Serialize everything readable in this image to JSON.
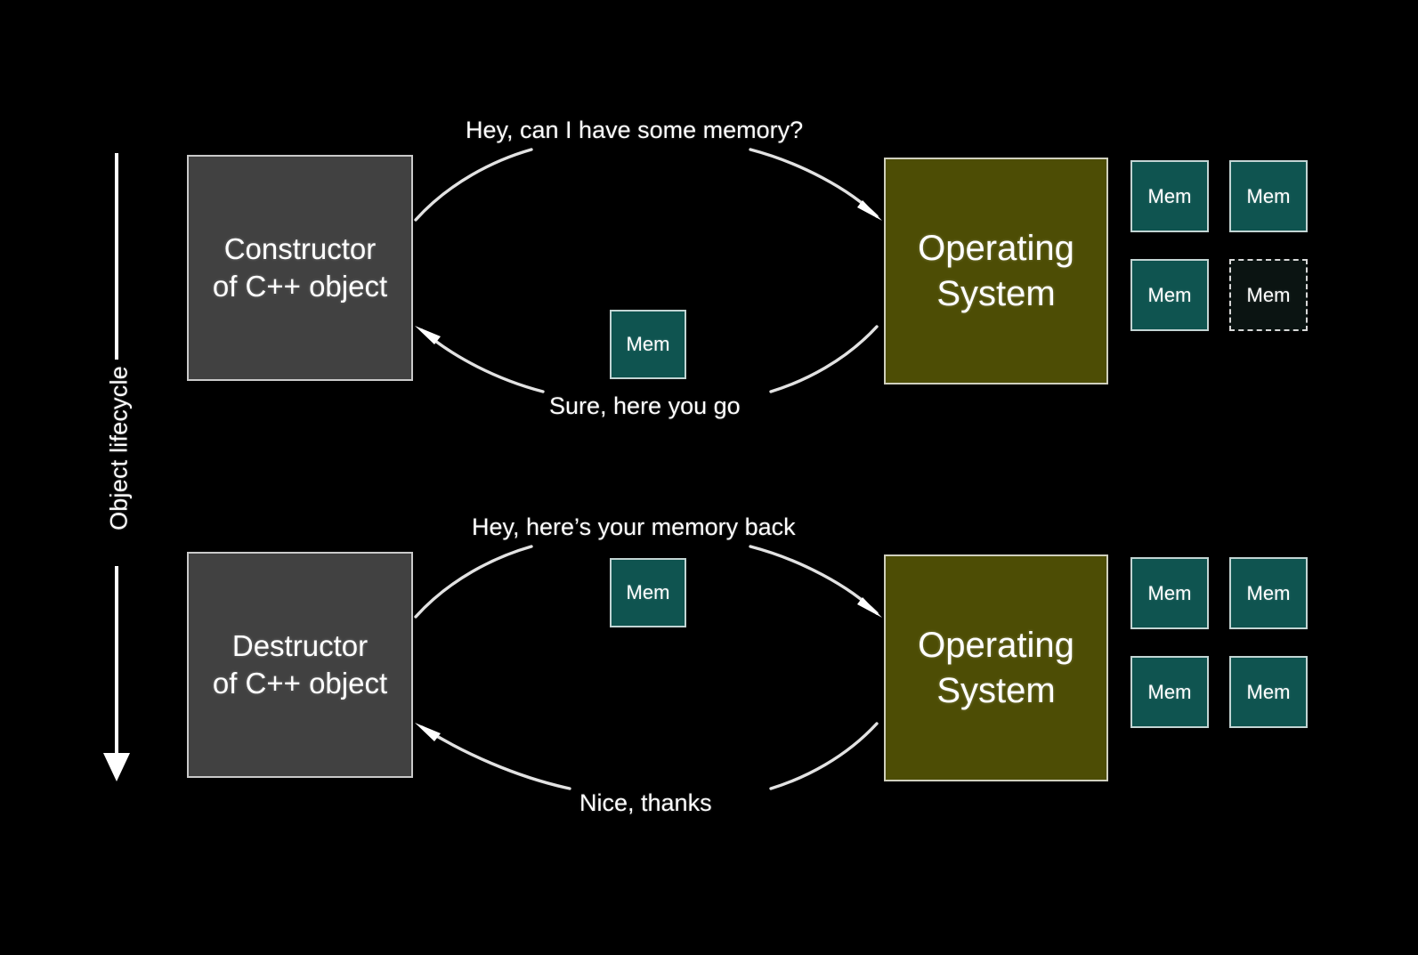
{
  "slide": {
    "background_color": "#000000",
    "axis": {
      "label": "Object lifecycle",
      "direction": "downward"
    },
    "colors": {
      "object_box": "#414141",
      "os_box": "#4d4d05",
      "memory_chip": "#0f5450",
      "memory_chip_free_border": "#d8d8d8",
      "stroke": "#c9c9c9",
      "text": "#ffffff"
    },
    "phases": [
      {
        "id": "construction",
        "object_box": {
          "line1": "Constructor",
          "line2": "of C++ object"
        },
        "os_box": {
          "line1": "Operating",
          "line2": "System"
        },
        "request_label": "Hey, can I have some memory?",
        "reply_label": "Sure, here you go",
        "transit_chip": "Mem",
        "memory_pool": [
          {
            "label": "Mem",
            "state": "free"
          },
          {
            "label": "Mem",
            "state": "free"
          },
          {
            "label": "Mem",
            "state": "free"
          },
          {
            "label": "Mem",
            "state": "allocated"
          }
        ]
      },
      {
        "id": "destruction",
        "object_box": {
          "line1": "Destructor",
          "line2": "of C++ object"
        },
        "os_box": {
          "line1": "Operating",
          "line2": "System"
        },
        "request_label": "Hey, here’s your memory back",
        "reply_label": "Nice, thanks",
        "transit_chip": "Mem",
        "memory_pool": [
          {
            "label": "Mem",
            "state": "free"
          },
          {
            "label": "Mem",
            "state": "free"
          },
          {
            "label": "Mem",
            "state": "free"
          },
          {
            "label": "Mem",
            "state": "free"
          }
        ]
      }
    ]
  }
}
